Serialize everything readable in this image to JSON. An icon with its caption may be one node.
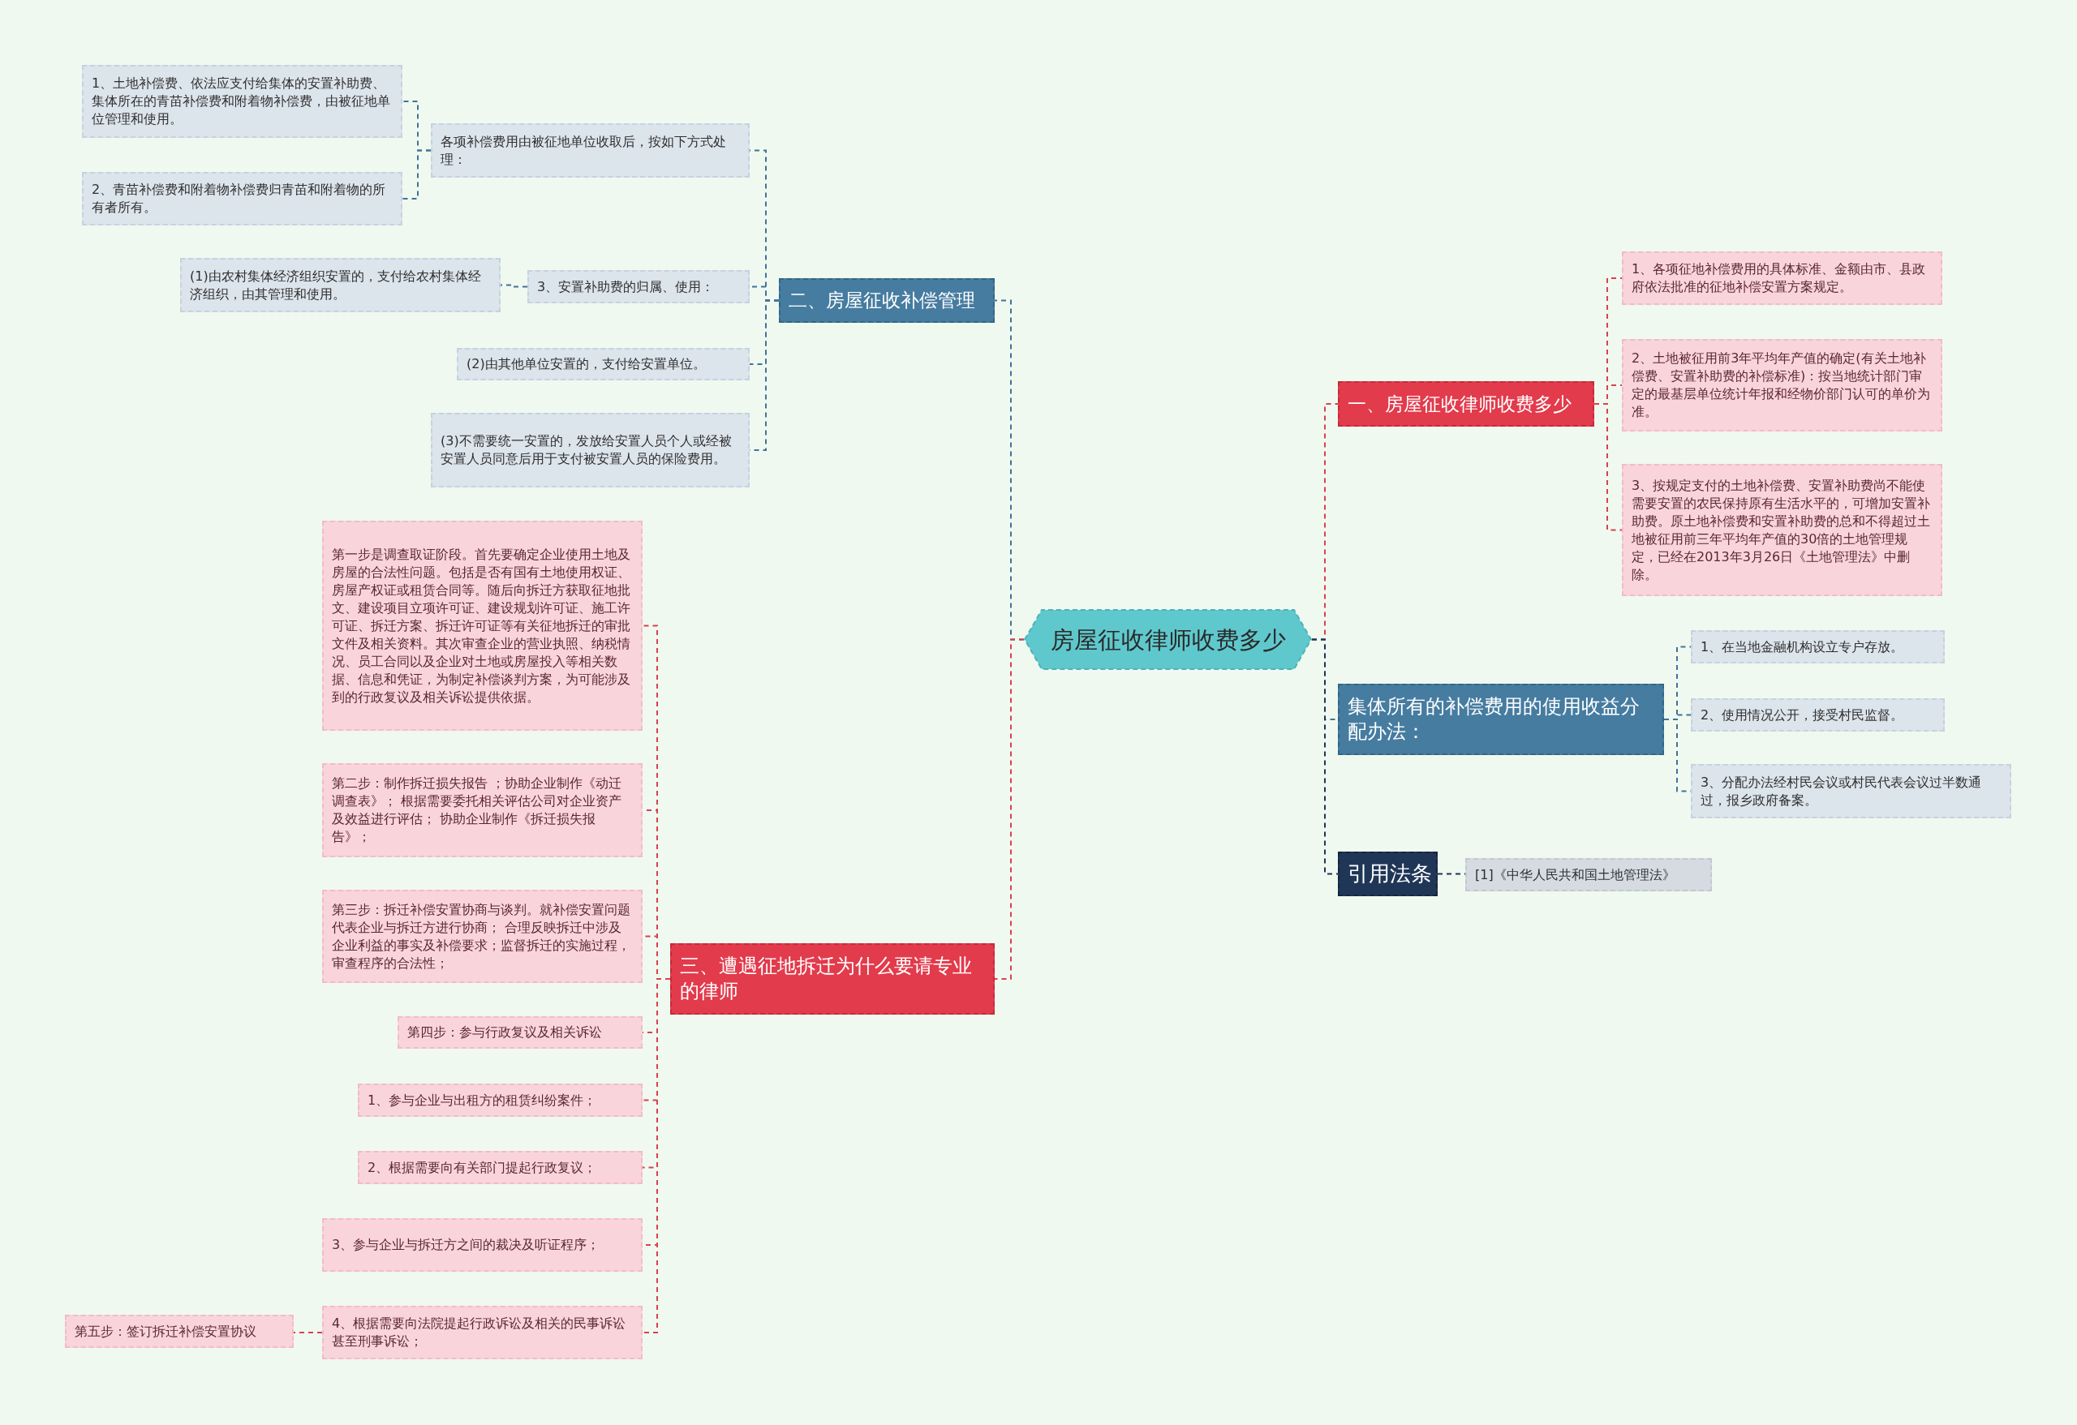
{
  "diagram": {
    "nodes": [
      {
        "text": [
          "房屋征收律师收费多少"
        ]
      },
      {
        "text": [
          "一、房屋征收律师收费多少"
        ]
      },
      {
        "text": [
          "1、各项征地补偿费用的具体标准、金额由市、县政府依法批准的征地补偿安置方案规定。"
        ]
      },
      {
        "text": [
          "2、土地被征用前3年平均年产值的确定(有关土地补偿费、安置补助费的补偿标准)：按当地统计部门审定的最基层单位统计年报和经物价部门认可的单价为准。"
        ]
      },
      {
        "text": [
          "3、按规定支付的土地补偿费、安置补助费尚不能使需要安置的农民保持原有生活水平的，可增加安置补助费。原土地补偿费和安置补助费的总和不得超过土地被征用前三年平均年产值的30倍的土地管理规定，已经在2013年3月26日《土地管理法》中删除。"
        ]
      },
      {
        "text": [
          "集体所有的补偿费用的使用收益分配办法："
        ]
      },
      {
        "text": [
          "1、在当地金融机构设立专户存放。"
        ]
      },
      {
        "text": [
          "2、使用情况公开，接受村民监督。"
        ]
      },
      {
        "text": [
          "3、分配办法经村民会议或村民代表会议过半数通过，报乡政府备案。"
        ]
      },
      {
        "text": [
          "引用法条"
        ]
      },
      {
        "text": [
          "[1]《中华人民共和国土地管理法》"
        ]
      },
      {
        "text": [
          "二、房屋征收补偿管理"
        ]
      },
      {
        "text": [
          "各项补偿费用由被征地单位收取后，按如下方式处理："
        ]
      },
      {
        "text": [
          "1、土地补偿费、依法应支付给集体的安置补助费、集体所在的青苗补偿费和附着物补偿费，由被征地单位管理和使用。"
        ]
      },
      {
        "text": [
          "2、青苗补偿费和附着物补偿费归青苗和附着物的所有者所有。"
        ]
      },
      {
        "text": [
          "3、安置补助费的归属、使用："
        ]
      },
      {
        "text": [
          "(1)由农村集体经济组织安置的，支付给农村集体经济组织，由其管理和使用。"
        ]
      },
      {
        "text": [
          "(2)由其他单位安置的，支付给安置单位。"
        ]
      },
      {
        "text": [
          "(3)不需要统一安置的，发放给安置人员个人或经被安置人员同意后用于支付被安置人员的保险费用。"
        ]
      },
      {
        "text": [
          "三、遭遇征地拆迁为什么要请专业的律师"
        ]
      },
      {
        "text": [
          "第一步是调查取证阶段。首先要确定企业使用土地及房屋的合法性问题。包括是否有国有土地使用权证、房屋产权证或租赁合同等。随后向拆迁方获取征地批文、建设项目立项许可证、建设规划许可证、施工许可证、拆迁方案、拆迁许可证等有关征地拆迁的审批文件及相关资料。其次审查企业的营业执照、纳税情况、员工合同以及企业对土地或房屋投入等相关数据、信息和凭证，为制定补偿谈判方案，为可能涉及到的行政复议及相关诉讼提供依据。"
        ]
      },
      {
        "text": [
          "第二步：制作拆迁损失报告 ；协助企业制作《动迁调查表》； 根据需要委托相关评估公司对企业资产及效益进行评估； 协助企业制作《拆迁损失报告》；"
        ]
      },
      {
        "text": [
          "第三步：拆迁补偿安置协商与谈判。就补偿安置问题代表企业与拆迁方进行协商； 合理反映拆迁中涉及企业利益的事实及补偿要求；监督拆迁的实施过程，审查程序的合法性；"
        ]
      },
      {
        "text": [
          "第四步：参与行政复议及相关诉讼"
        ]
      },
      {
        "text": [
          "1、参与企业与出租方的租赁纠纷案件；"
        ]
      },
      {
        "text": [
          "2、根据需要向有关部门提起行政复议；"
        ]
      },
      {
        "text": [
          "3、参与企业与拆迁方之间的裁决及听证程序；"
        ]
      },
      {
        "text": [
          "4、根据需要向法院提起行政诉讼及相关的民事诉讼甚至刑事诉讼；"
        ]
      },
      {
        "text": [
          "第五步：签订拆迁补偿安置协议"
        ]
      }
    ],
    "edges": [
      {
        "from": 0,
        "to": 1,
        "arrow": "none"
      },
      {
        "from": 1,
        "to": 2,
        "arrow": "none"
      },
      {
        "from": 1,
        "to": 3,
        "arrow": "none"
      },
      {
        "from": 1,
        "to": 4,
        "arrow": "none"
      },
      {
        "from": 0,
        "to": 5,
        "arrow": "none",
        "color": "#3f7399"
      },
      {
        "from": 5,
        "to": 6,
        "arrow": "none",
        "color": "#3f7399"
      },
      {
        "from": 5,
        "to": 7,
        "arrow": "none",
        "color": "#3f7399"
      },
      {
        "from": 5,
        "to": 8,
        "arrow": "none",
        "color": "#3f7399"
      },
      {
        "from": 0,
        "to": 9,
        "arrow": "none",
        "color": "#1e3456"
      },
      {
        "from": 9,
        "to": 10,
        "arrow": "none",
        "color": "#1e3456"
      },
      {
        "from": 0,
        "to": 11,
        "arrow": "none",
        "color": "#3f7399"
      },
      {
        "from": 11,
        "to": 12,
        "arrow": "none",
        "color": "#3f7399"
      },
      {
        "from": 12,
        "to": 13,
        "arrow": "none",
        "color": "#3f7399"
      },
      {
        "from": 12,
        "to": 14,
        "arrow": "none",
        "color": "#3f7399"
      },
      {
        "from": 11,
        "to": 15,
        "arrow": "none",
        "color": "#3f7399"
      },
      {
        "from": 15,
        "to": 16,
        "arrow": "none",
        "color": "#3f7399"
      },
      {
        "from": 11,
        "to": 17,
        "arrow": "none",
        "color": "#3f7399"
      },
      {
        "from": 11,
        "to": 18,
        "arrow": "none",
        "color": "#3f7399"
      },
      {
        "from": 0,
        "to": 19,
        "arrow": "none"
      },
      {
        "from": 19,
        "to": 20,
        "arrow": "none"
      },
      {
        "from": 19,
        "to": 21,
        "arrow": "none"
      },
      {
        "from": 19,
        "to": 22,
        "arrow": "none"
      },
      {
        "from": 19,
        "to": 23,
        "arrow": "none"
      },
      {
        "from": 19,
        "to": 24,
        "arrow": "none"
      },
      {
        "from": 19,
        "to": 25,
        "arrow": "none"
      },
      {
        "from": 19,
        "to": 26,
        "arrow": "none"
      },
      {
        "from": 19,
        "to": 27,
        "arrow": "none"
      },
      {
        "from": 27,
        "to": 28,
        "arrow": "none"
      }
    ]
  }
}
